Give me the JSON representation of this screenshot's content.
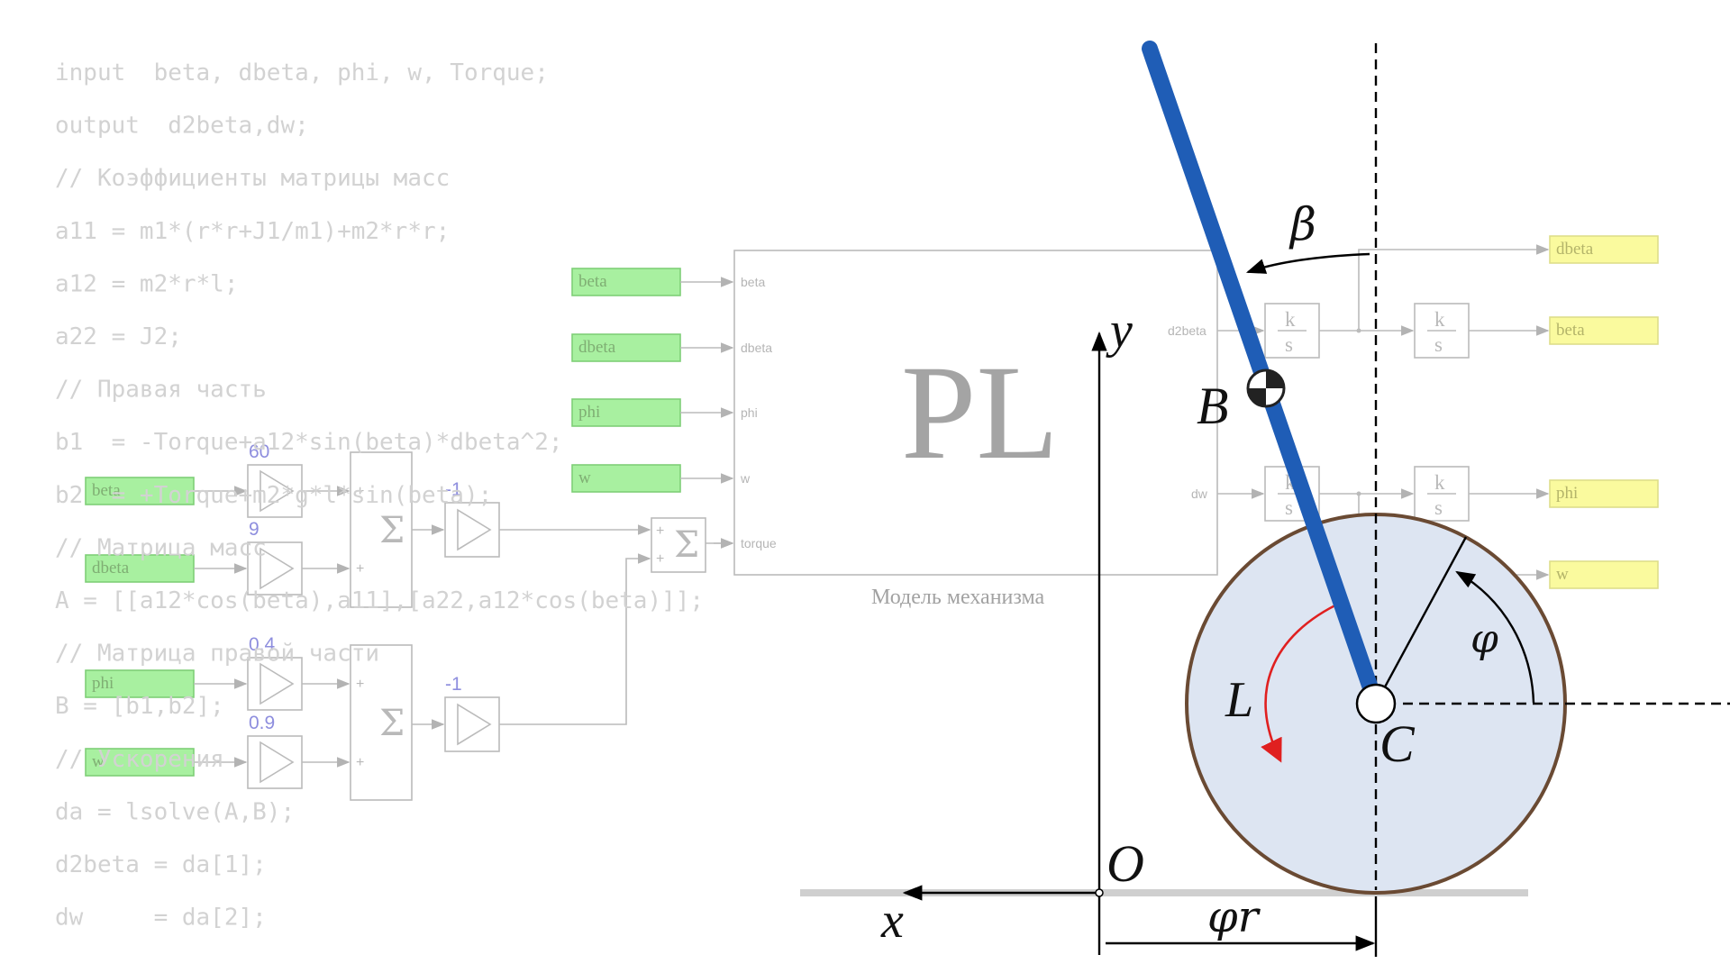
{
  "code_lines": [
    "input  beta, dbeta, phi, w, Torque;",
    "output  d2beta,dw;",
    "// Коэффициенты матрицы масс",
    "a11 = m1*(r*r+J1/m1)+m2*r*r;",
    "a12 = m2*r*l;",
    "a22 = J2;",
    "// Правая часть",
    "b1  = -Torque+a12*sin(beta)*dbeta^2;",
    "b2  = +Torque+m2*g*l*sin(beta);",
    "// Матрица масс",
    "A = [[a12*cos(beta),a11],[a22,a12*cos(beta)]];",
    "// Матрица правой части",
    "B = [b1,b2];",
    "// Ускорения",
    "da = lsolve(A,B);",
    "d2beta = da[1];",
    "dw     = da[2];"
  ],
  "controller": {
    "inputs": [
      "beta",
      "dbeta",
      "phi",
      "w"
    ],
    "gains": [
      "60",
      "9",
      "0.4",
      "0.9"
    ],
    "sum_gains": [
      "-1",
      "-1"
    ],
    "sum_symbol": "Σ",
    "plus": "+"
  },
  "model": {
    "title": "PL",
    "caption": "Модель механизма",
    "goto_labels": [
      "beta",
      "dbeta",
      "phi",
      "w"
    ],
    "in_ports": [
      "beta",
      "dbeta",
      "phi",
      "w",
      "torque"
    ],
    "out_ports": [
      "d2beta",
      "dw"
    ],
    "integrator_num": "k",
    "integrator_den": "s",
    "outputs": [
      "dbeta",
      "beta",
      "phi",
      "w"
    ]
  },
  "mechanism": {
    "labels": {
      "beta": "β",
      "y": "y",
      "B": "B",
      "L": "L",
      "C": "C",
      "phi": "φ",
      "O": "O",
      "x": "x",
      "phir": "φr"
    },
    "colors": {
      "rod": "#1f5db6",
      "wheel_fill": "#dde5f2",
      "wheel_rim": "#6a4a33",
      "torque_arrow": "#e02020"
    }
  }
}
